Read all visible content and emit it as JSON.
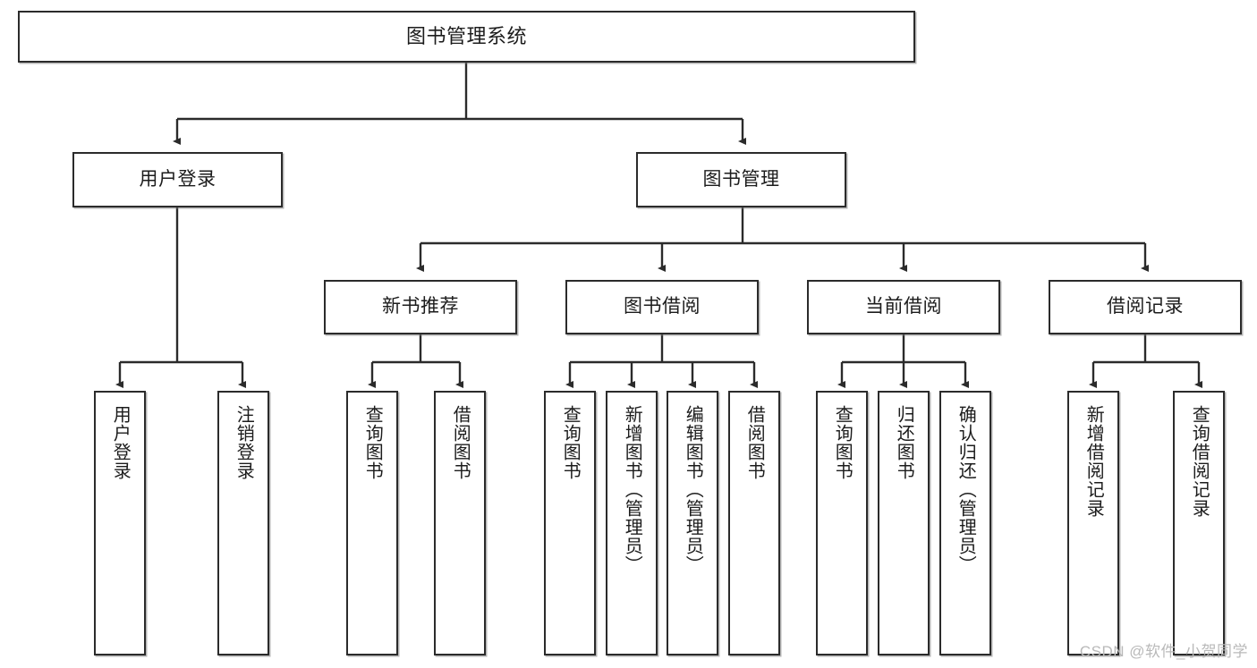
{
  "diagram": {
    "type": "tree-hierarchy",
    "title": "图书管理系统",
    "watermark": "CSDN @软件_小贺同学",
    "colors": {
      "node_border": "#2b2b2b",
      "node_fill": "#ffffff",
      "edge": "#2b2b2b",
      "watermark": "#b9b9b9",
      "background": "#ffffff"
    },
    "nodes": {
      "root": {
        "label": "图书管理系统"
      },
      "level2": [
        {
          "id": "user-login",
          "label": "用户登录"
        },
        {
          "id": "book-management",
          "label": "图书管理"
        }
      ],
      "level3": [
        {
          "id": "new-book-recommend",
          "label": "新书推荐"
        },
        {
          "id": "book-borrow",
          "label": "图书借阅"
        },
        {
          "id": "current-borrow",
          "label": "当前借阅"
        },
        {
          "id": "borrow-record",
          "label": "借阅记录"
        }
      ],
      "leaves": {
        "user_login": [
          {
            "id": "leaf-user-login",
            "label": "用户登录"
          },
          {
            "id": "leaf-logout-login",
            "label": "注销登录"
          }
        ],
        "new_book_recommend": [
          {
            "id": "leaf-query-book-1",
            "label": "查询图书"
          },
          {
            "id": "leaf-borrow-book-1",
            "label": "借阅图书"
          }
        ],
        "book_borrow": [
          {
            "id": "leaf-query-book-2",
            "label": "查询图书"
          },
          {
            "id": "leaf-add-book-admin",
            "label": "新增图书（管理员）"
          },
          {
            "id": "leaf-edit-book-admin",
            "label": "编辑图书（管理员）"
          },
          {
            "id": "leaf-borrow-book-2",
            "label": "借阅图书"
          }
        ],
        "current_borrow": [
          {
            "id": "leaf-query-book-3",
            "label": "查询图书"
          },
          {
            "id": "leaf-return-book",
            "label": "归还图书"
          },
          {
            "id": "leaf-confirm-return-admin",
            "label": "确认归还（管理员）"
          }
        ],
        "borrow_record": [
          {
            "id": "leaf-add-borrow-record",
            "label": "新增借阅记录"
          },
          {
            "id": "leaf-query-borrow-record",
            "label": "查询借阅记录"
          }
        ]
      }
    }
  }
}
